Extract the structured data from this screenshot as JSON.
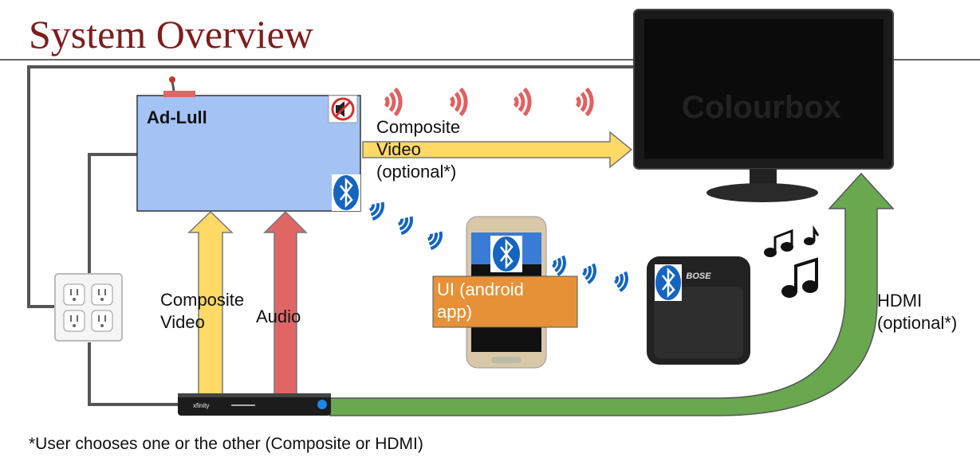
{
  "title": "System Overview",
  "nodes": {
    "device": {
      "label": "Ad-Lull"
    },
    "tv_watermark": "Colourbox",
    "phone_ui": {
      "label_line1": "UI (android",
      "label_line2": "app)"
    },
    "cable_box_brand": "xfinity",
    "speaker_brand": "BOSE"
  },
  "edges": {
    "composite_out": {
      "line1": "Composite",
      "line2": "Video",
      "line3": "(optional*)"
    },
    "composite_in": {
      "line1": "Composite",
      "line2": "Video"
    },
    "audio_in": {
      "label": "Audio"
    },
    "hdmi": {
      "line1": "HDMI",
      "line2": "(optional*)"
    }
  },
  "footnote": "*User chooses one or the other (Composite or HDMI)",
  "colors": {
    "title": "#7f1d1d",
    "device_fill": "#a4c2f4",
    "composite_arrow": "#ffd966",
    "audio_arrow": "#e06666",
    "hdmi_arrow": "#6aa84f",
    "ui_box": "#e69138",
    "bluetooth": "#1565c0",
    "ir_signal": "#e06060",
    "bt_signal": "#1565c0",
    "wire": "#555555"
  }
}
